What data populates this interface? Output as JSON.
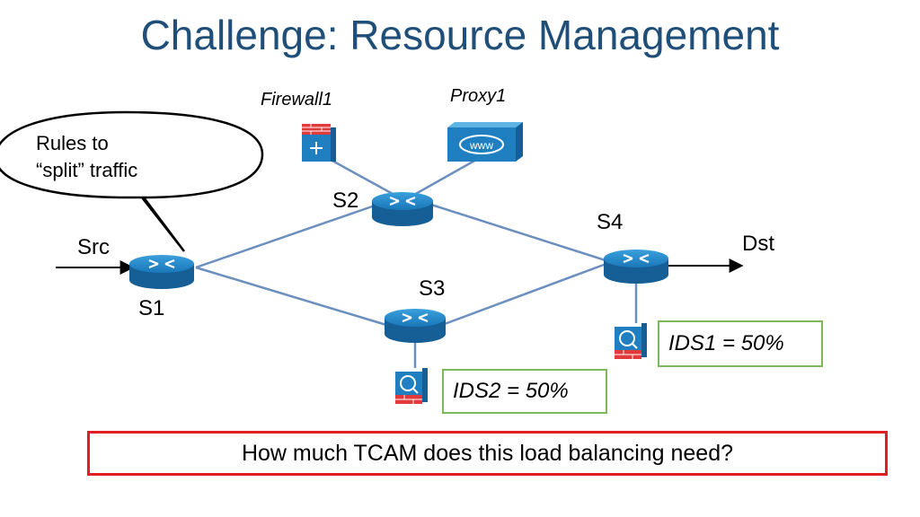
{
  "title": "Challenge: Resource Management",
  "callout": {
    "line1": "Rules to",
    "line2": "“split” traffic"
  },
  "nodes": {
    "s1": "S1",
    "s2": "S2",
    "s3": "S3",
    "s4": "S4",
    "src": "Src",
    "dst": "Dst",
    "firewall": "Firewall1",
    "proxy": "Proxy1"
  },
  "ids": {
    "ids1": "IDS1 = 50%",
    "ids2": "IDS2 = 50%"
  },
  "question": "How much TCAM does this load balancing need?",
  "colors": {
    "title": "#1f4e79",
    "router": "#1f7fc0",
    "link": "#6b8fbf",
    "ids_border": "#7db85b",
    "question_border": "#e02020",
    "firewall": "#e23a3a"
  },
  "icons": [
    "router-icon",
    "firewall-icon",
    "proxy-icon",
    "ids-icon"
  ]
}
